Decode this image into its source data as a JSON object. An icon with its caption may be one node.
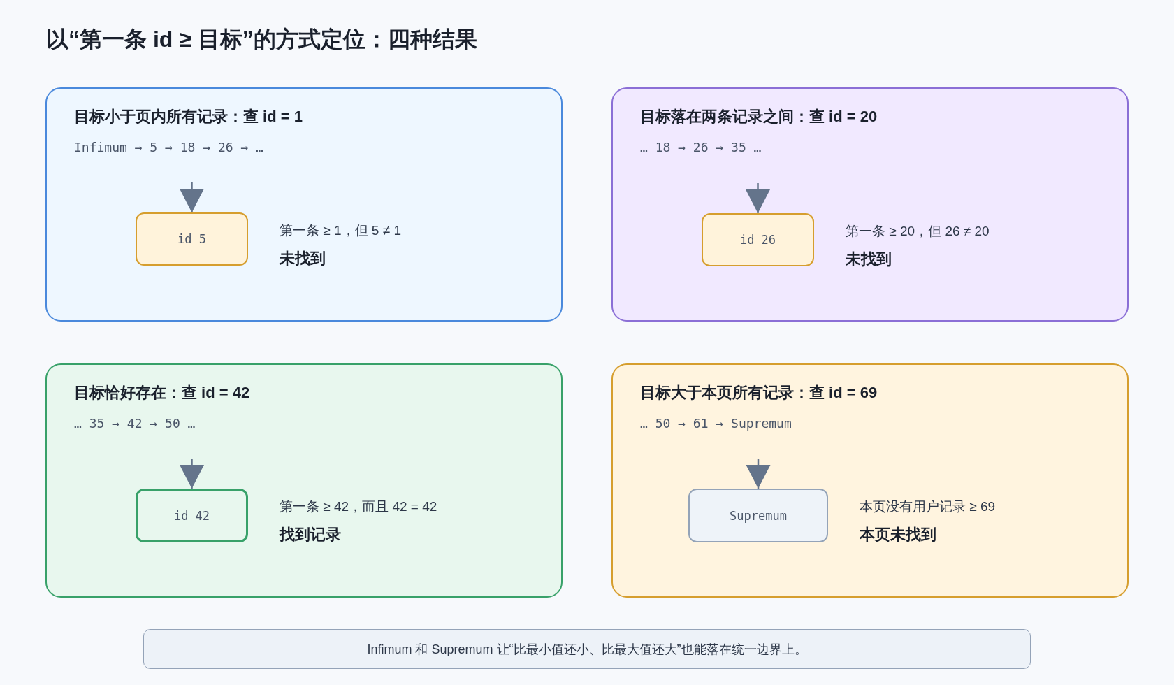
{
  "diagram": {
    "title": "以“第一条 id ≥ 目标”的方式定位：四种结果",
    "nodes": [
      {
        "text": [
          "目标小于页内所有记录：查 id = 1",
          "Infimum → 5 → 18 → 26 → …"
        ]
      },
      {
        "text": [
          "id 5"
        ],
        "in": 0,
        "beside": [
          "第一条 ≥ 1，但 5 ≠ 1",
          "未找到"
        ]
      },
      {
        "text": [
          "目标落在两条记录之间：查 id = 20",
          "… 18 → 26 → 35 …"
        ]
      },
      {
        "text": [
          "id 26"
        ],
        "in": 2,
        "beside": [
          "第一条 ≥ 20，但 26 ≠ 20",
          "未找到"
        ]
      },
      {
        "text": [
          "目标恰好存在：查 id = 42",
          "… 35 → 42 → 50 …"
        ]
      },
      {
        "text": [
          "id 42"
        ],
        "in": 4,
        "beside": [
          "第一条 ≥ 42，而且 42 = 42",
          "找到记录"
        ]
      },
      {
        "text": [
          "目标大于本页所有记录：查 id = 69",
          "… 50 → 61 → Supremum"
        ]
      },
      {
        "text": [
          "Supremum"
        ],
        "in": 6,
        "beside": [
          "本页没有用户记录 ≥ 69",
          "本页未找到"
        ]
      },
      {
        "text": [
          "Infimum 和 Supremum 让“比最小值还小、比最大值还大”也能落在统一边界上。"
        ]
      }
    ],
    "edges": [
      {
        "from": null,
        "to": 1,
        "arrow": "to"
      },
      {
        "from": null,
        "to": 3,
        "arrow": "to"
      },
      {
        "from": null,
        "to": 5,
        "arrow": "to"
      },
      {
        "from": null,
        "to": 7,
        "arrow": "to"
      }
    ]
  }
}
